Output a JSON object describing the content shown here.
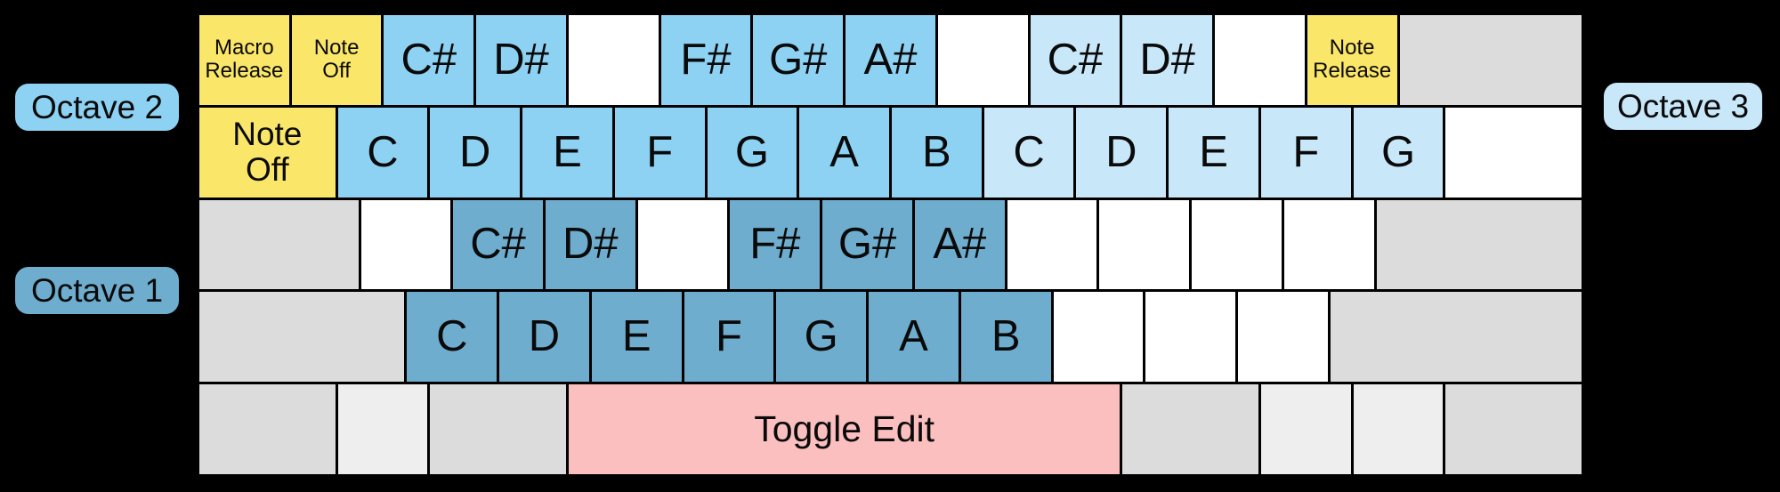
{
  "colors": {
    "background": "#000000",
    "text": "#0A0A0A",
    "yellow": "#FAE669",
    "octave1_blue": "#6FADCE",
    "octave2_blue": "#8DD2F3",
    "octave3_blue": "#C8E8FA",
    "gray": "#DCDCDC",
    "light_gray": "#EEEEEE",
    "pink": "#FCBFBF",
    "white": "#FFFFFF"
  },
  "octave_labels": {
    "octave1": "Octave 1",
    "octave2": "Octave 2",
    "octave3": "Octave 3"
  },
  "rows": [
    {
      "name": "octave2-sharps-row",
      "cells": [
        {
          "label": "Macro\nRelease",
          "color": "yellow",
          "units": 4,
          "name": "pad-macro-release",
          "size": "xs"
        },
        {
          "label": "Note\nOff",
          "color": "yellow",
          "units": 4,
          "name": "pad-note-off-upper",
          "size": "xs"
        },
        {
          "label": "C#",
          "color": "octave2_blue",
          "units": 4,
          "name": "pad-c-sharp-oct2",
          "size": "lg"
        },
        {
          "label": "D#",
          "color": "octave2_blue",
          "units": 4,
          "name": "pad-d-sharp-oct2",
          "size": "lg"
        },
        {
          "label": "",
          "color": "white",
          "units": 4,
          "name": "pad-blank",
          "size": "lg"
        },
        {
          "label": "F#",
          "color": "octave2_blue",
          "units": 4,
          "name": "pad-f-sharp-oct2",
          "size": "lg"
        },
        {
          "label": "G#",
          "color": "octave2_blue",
          "units": 4,
          "name": "pad-g-sharp-oct2",
          "size": "lg"
        },
        {
          "label": "A#",
          "color": "octave2_blue",
          "units": 4,
          "name": "pad-a-sharp-oct2",
          "size": "lg"
        },
        {
          "label": "",
          "color": "white",
          "units": 4,
          "name": "pad-blank",
          "size": "lg"
        },
        {
          "label": "C#",
          "color": "octave3_blue",
          "units": 4,
          "name": "pad-c-sharp-oct3",
          "size": "lg"
        },
        {
          "label": "D#",
          "color": "octave3_blue",
          "units": 4,
          "name": "pad-d-sharp-oct3",
          "size": "lg"
        },
        {
          "label": "",
          "color": "white",
          "units": 4,
          "name": "pad-blank",
          "size": "lg"
        },
        {
          "label": "Note\nRelease",
          "color": "yellow",
          "units": 4,
          "name": "pad-note-release",
          "size": "xs"
        },
        {
          "label": "",
          "color": "gray",
          "units": 8,
          "name": "pad-unassigned",
          "size": "lg"
        }
      ]
    },
    {
      "name": "octave2-naturals-row",
      "cells": [
        {
          "label": "Note\nOff",
          "color": "yellow",
          "units": 6,
          "name": "pad-note-off",
          "size": "md"
        },
        {
          "label": "C",
          "color": "octave2_blue",
          "units": 4,
          "name": "pad-c-oct2",
          "size": "lg"
        },
        {
          "label": "D",
          "color": "octave2_blue",
          "units": 4,
          "name": "pad-d-oct2",
          "size": "lg"
        },
        {
          "label": "E",
          "color": "octave2_blue",
          "units": 4,
          "name": "pad-e-oct2",
          "size": "lg"
        },
        {
          "label": "F",
          "color": "octave2_blue",
          "units": 4,
          "name": "pad-f-oct2",
          "size": "lg"
        },
        {
          "label": "G",
          "color": "octave2_blue",
          "units": 4,
          "name": "pad-g-oct2",
          "size": "lg"
        },
        {
          "label": "A",
          "color": "octave2_blue",
          "units": 4,
          "name": "pad-a-oct2",
          "size": "lg"
        },
        {
          "label": "B",
          "color": "octave2_blue",
          "units": 4,
          "name": "pad-b-oct2",
          "size": "lg"
        },
        {
          "label": "C",
          "color": "octave3_blue",
          "units": 4,
          "name": "pad-c-oct3",
          "size": "lg"
        },
        {
          "label": "D",
          "color": "octave3_blue",
          "units": 4,
          "name": "pad-d-oct3",
          "size": "lg"
        },
        {
          "label": "E",
          "color": "octave3_blue",
          "units": 4,
          "name": "pad-e-oct3",
          "size": "lg"
        },
        {
          "label": "F",
          "color": "octave3_blue",
          "units": 4,
          "name": "pad-f-oct3",
          "size": "lg"
        },
        {
          "label": "G",
          "color": "octave3_blue",
          "units": 4,
          "name": "pad-g-oct3",
          "size": "lg"
        },
        {
          "label": "",
          "color": "white",
          "units": 6,
          "name": "pad-blank",
          "size": "lg"
        }
      ]
    },
    {
      "name": "octave1-sharps-row",
      "cells": [
        {
          "label": "",
          "color": "gray",
          "units": 7,
          "name": "pad-unassigned",
          "size": "lg"
        },
        {
          "label": "",
          "color": "white",
          "units": 4,
          "name": "pad-blank",
          "size": "lg"
        },
        {
          "label": "C#",
          "color": "octave1_blue",
          "units": 4,
          "name": "pad-c-sharp-oct1",
          "size": "lg"
        },
        {
          "label": "D#",
          "color": "octave1_blue",
          "units": 4,
          "name": "pad-d-sharp-oct1",
          "size": "lg"
        },
        {
          "label": "",
          "color": "white",
          "units": 4,
          "name": "pad-blank",
          "size": "lg"
        },
        {
          "label": "F#",
          "color": "octave1_blue",
          "units": 4,
          "name": "pad-f-sharp-oct1",
          "size": "lg"
        },
        {
          "label": "G#",
          "color": "octave1_blue",
          "units": 4,
          "name": "pad-g-sharp-oct1",
          "size": "lg"
        },
        {
          "label": "A#",
          "color": "octave1_blue",
          "units": 4,
          "name": "pad-a-sharp-oct1",
          "size": "lg"
        },
        {
          "label": "",
          "color": "white",
          "units": 4,
          "name": "pad-blank",
          "size": "lg"
        },
        {
          "label": "",
          "color": "white",
          "units": 4,
          "name": "pad-blank",
          "size": "lg"
        },
        {
          "label": "",
          "color": "white",
          "units": 4,
          "name": "pad-blank",
          "size": "lg"
        },
        {
          "label": "",
          "color": "white",
          "units": 4,
          "name": "pad-blank",
          "size": "lg"
        },
        {
          "label": "",
          "color": "gray",
          "units": 9,
          "name": "pad-unassigned",
          "size": "lg"
        }
      ]
    },
    {
      "name": "octave1-naturals-row",
      "cells": [
        {
          "label": "",
          "color": "gray",
          "units": 9,
          "name": "pad-unassigned",
          "size": "lg"
        },
        {
          "label": "C",
          "color": "octave1_blue",
          "units": 4,
          "name": "pad-c-oct1",
          "size": "lg"
        },
        {
          "label": "D",
          "color": "octave1_blue",
          "units": 4,
          "name": "pad-d-oct1",
          "size": "lg"
        },
        {
          "label": "E",
          "color": "octave1_blue",
          "units": 4,
          "name": "pad-e-oct1",
          "size": "lg"
        },
        {
          "label": "F",
          "color": "octave1_blue",
          "units": 4,
          "name": "pad-f-oct1",
          "size": "lg"
        },
        {
          "label": "G",
          "color": "octave1_blue",
          "units": 4,
          "name": "pad-g-oct1",
          "size": "lg"
        },
        {
          "label": "A",
          "color": "octave1_blue",
          "units": 4,
          "name": "pad-a-oct1",
          "size": "lg"
        },
        {
          "label": "B",
          "color": "octave1_blue",
          "units": 4,
          "name": "pad-b-oct1",
          "size": "lg"
        },
        {
          "label": "",
          "color": "white",
          "units": 4,
          "name": "pad-blank",
          "size": "lg"
        },
        {
          "label": "",
          "color": "white",
          "units": 4,
          "name": "pad-blank",
          "size": "lg"
        },
        {
          "label": "",
          "color": "white",
          "units": 4,
          "name": "pad-blank",
          "size": "lg"
        },
        {
          "label": "",
          "color": "gray",
          "units": 11,
          "name": "pad-unassigned",
          "size": "lg"
        }
      ]
    },
    {
      "name": "bottom-control-row",
      "cells": [
        {
          "label": "",
          "color": "gray",
          "units": 6,
          "name": "pad-unassigned",
          "size": "lg"
        },
        {
          "label": "",
          "color": "light_gray",
          "units": 4,
          "name": "pad-unassigned-light",
          "size": "lg"
        },
        {
          "label": "",
          "color": "gray",
          "units": 6,
          "name": "pad-unassigned",
          "size": "lg"
        },
        {
          "label": "Toggle Edit",
          "color": "pink",
          "units": 24,
          "name": "pad-toggle-edit",
          "size": "xl"
        },
        {
          "label": "",
          "color": "gray",
          "units": 6,
          "name": "pad-unassigned",
          "size": "lg"
        },
        {
          "label": "",
          "color": "light_gray",
          "units": 4,
          "name": "pad-unassigned-light",
          "size": "lg"
        },
        {
          "label": "",
          "color": "light_gray",
          "units": 4,
          "name": "pad-unassigned-light",
          "size": "lg"
        },
        {
          "label": "",
          "color": "gray",
          "units": 6,
          "name": "pad-unassigned",
          "size": "lg"
        }
      ]
    }
  ]
}
